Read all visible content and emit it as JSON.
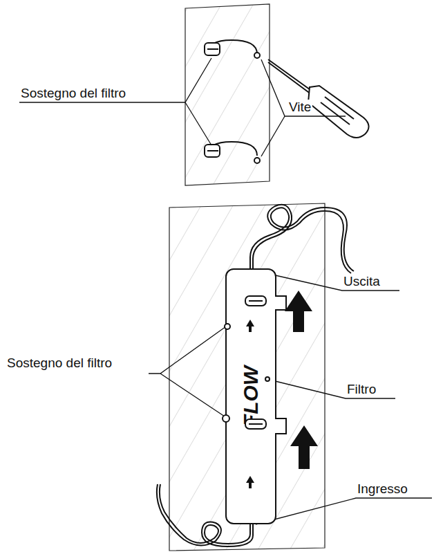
{
  "diagram": {
    "nodes": [
      {
        "text": [
          "FLOW"
        ]
      }
    ],
    "labels": [
      "Sostegno del filtro",
      "Vite",
      "Sostegno del filtro",
      "Uscita",
      "Filtro",
      "Ingresso"
    ]
  }
}
